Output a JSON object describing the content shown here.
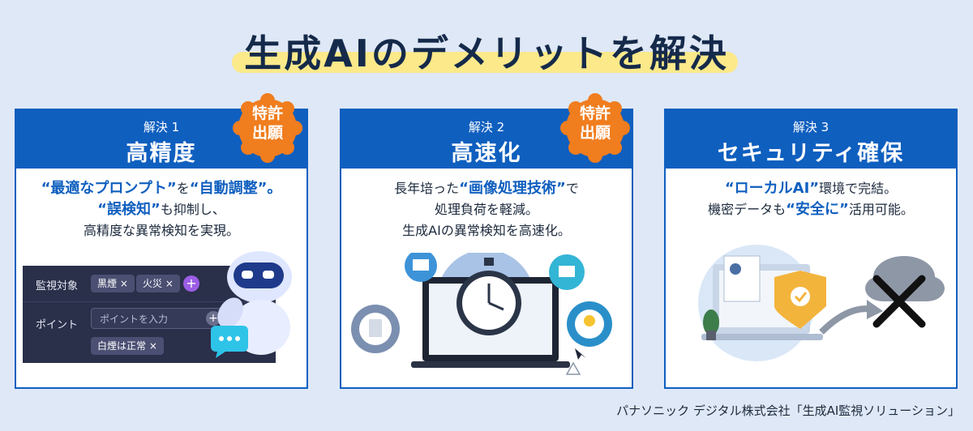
{
  "title": "生成AIのデメリットを解決",
  "cards": [
    {
      "num": "解決 1",
      "name": "高精度",
      "badge": [
        "特許",
        "出願"
      ],
      "desc": [
        [
          {
            "t": "“最適なプロンプト”",
            "b": true
          },
          {
            "t": "を",
            "b": false
          },
          {
            "t": "“自動調整”。",
            "b": true
          }
        ],
        [
          {
            "t": "“誤検知”",
            "b": true
          },
          {
            "t": "も抑制し、",
            "b": false
          }
        ],
        [
          {
            "t": "高精度な異常検知を実現。",
            "b": false
          }
        ]
      ],
      "ui": {
        "label1": "監視対象",
        "tags": [
          "黒煙 ×",
          "火災 ×"
        ],
        "label2": "ポイント",
        "placeholder": "ポイントを入力",
        "tag2": "白煙は正常 ×"
      }
    },
    {
      "num": "解決 2",
      "name": "高速化",
      "badge": [
        "特許",
        "出願"
      ],
      "desc": [
        [
          {
            "t": "長年培った",
            "b": false
          },
          {
            "t": "“画像処理技術”",
            "b": true
          },
          {
            "t": "で",
            "b": false
          }
        ],
        [
          {
            "t": "処理負荷を軽減。",
            "b": false
          }
        ],
        [
          {
            "t": "生成AIの異常検知を高速化。",
            "b": false
          }
        ]
      ]
    },
    {
      "num": "解決 3",
      "name": "セキュリティ確保",
      "desc": [
        [
          {
            "t": "“ローカルAI”",
            "b": true
          },
          {
            "t": "環境で完結。",
            "b": false
          }
        ],
        [
          {
            "t": "機密データも",
            "b": false
          },
          {
            "t": "“安全に”",
            "b": true
          },
          {
            "t": "活用可能。",
            "b": false
          }
        ]
      ]
    }
  ],
  "credit": "パナソニック デジタル株式会社「生成AI監視ソリューション」"
}
